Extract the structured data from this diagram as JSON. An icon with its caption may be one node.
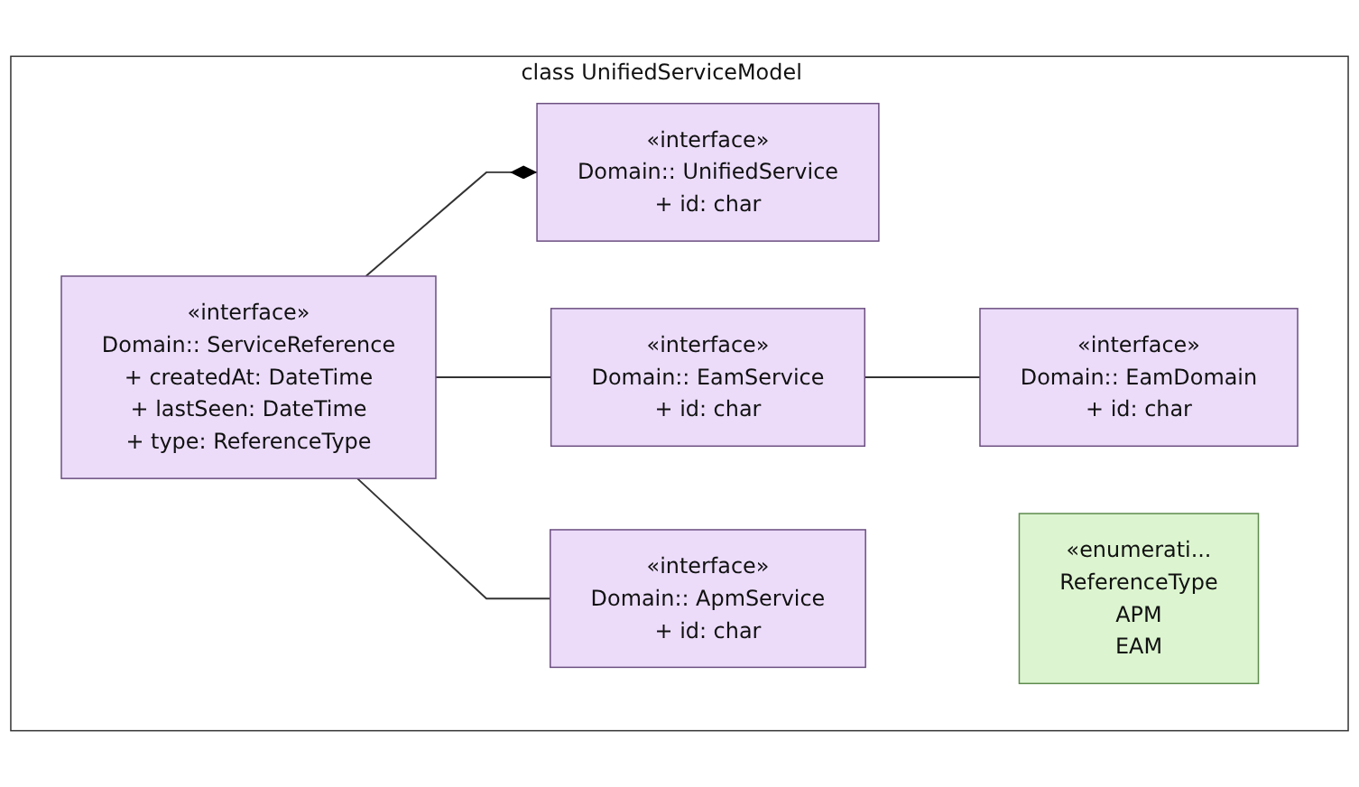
{
  "diagram": {
    "nodes": [
      {
        "text": [
          "class UnifiedServiceModel"
        ]
      },
      {
        "text": [
          "«interface»",
          "Domain:: UnifiedService",
          "+ id: char"
        ],
        "in": 0
      },
      {
        "text": [
          "«interface»",
          "Domain:: ServiceReference",
          "+ createdAt: DateTime",
          "+ lastSeen: DateTime",
          "+ type: ReferenceType"
        ],
        "in": 0
      },
      {
        "text": [
          "«interface»",
          "Domain:: EamService",
          "+ id: char"
        ],
        "in": 0
      },
      {
        "text": [
          "«interface»",
          "Domain:: EamDomain",
          "+ id: char"
        ],
        "in": 0
      },
      {
        "text": [
          "«interface»",
          "Domain:: ApmService",
          "+ id: char"
        ],
        "in": 0
      },
      {
        "text": [
          "«enumerati...",
          "ReferenceType",
          "APM",
          "EAM"
        ],
        "in": 0
      }
    ],
    "edges": [
      {
        "from": 2,
        "to": 1,
        "arrow": "other"
      },
      {
        "from": 2,
        "to": 3,
        "arrow": "none"
      },
      {
        "from": 3,
        "to": 4,
        "arrow": "none"
      },
      {
        "from": 2,
        "to": 5,
        "arrow": "none"
      }
    ]
  }
}
